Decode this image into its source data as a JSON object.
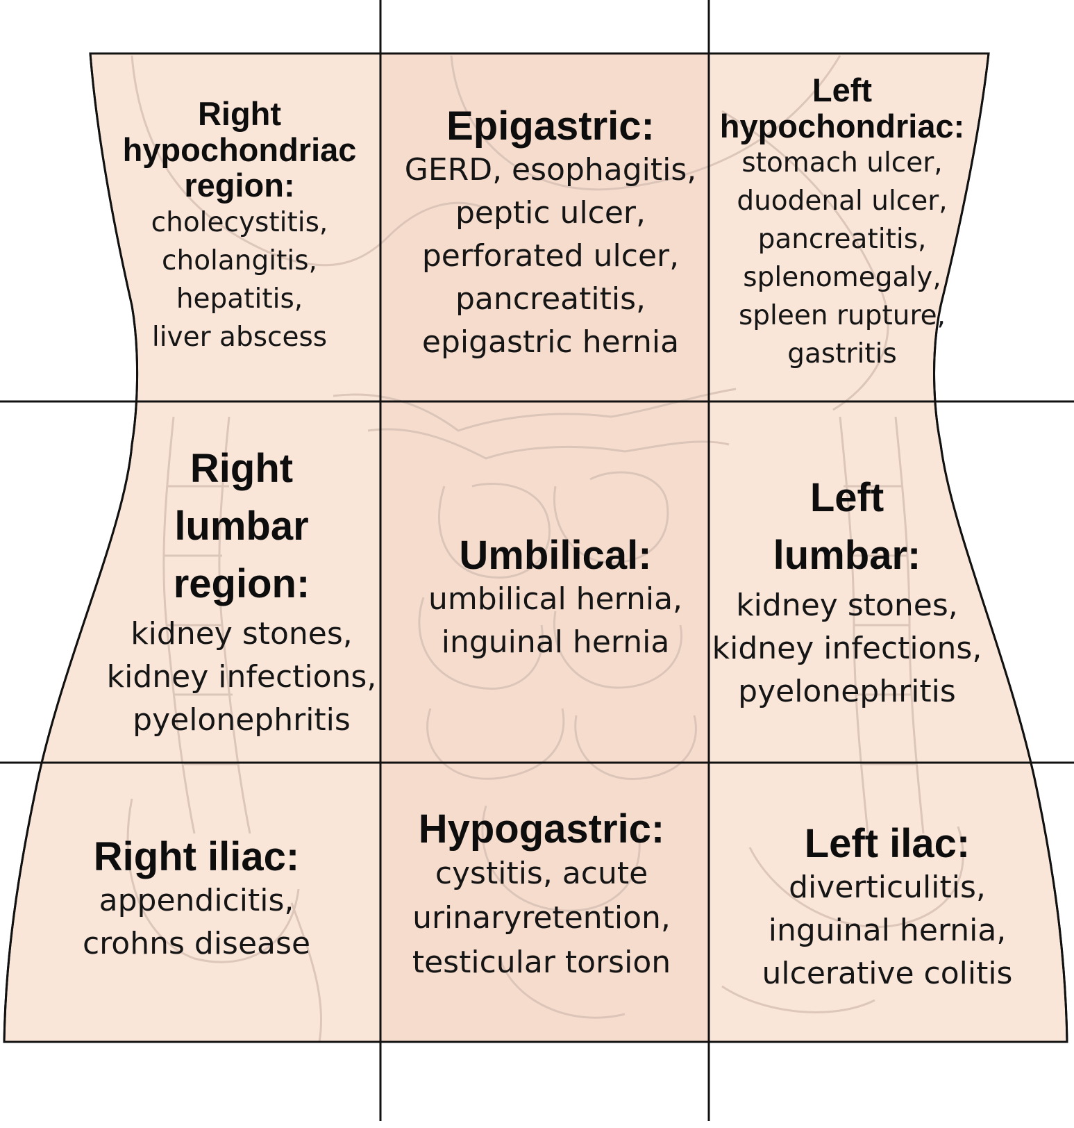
{
  "colors": {
    "body_fill": "#f9e6d9",
    "center_column_fill": "#f6dccd",
    "organ_stroke": "#d9c2b6",
    "outline": "#111111",
    "grid_line": "#111111",
    "text": "#111111"
  },
  "regions": {
    "right_hypochondriac": {
      "title": [
        "Right",
        "hypochondriac",
        "region:"
      ],
      "items": [
        "cholecystitis,",
        "cholangitis,",
        "hepatitis,",
        "liver abscess"
      ]
    },
    "epigastric": {
      "title": [
        "Epigastric:"
      ],
      "items": [
        "GERD, esophagitis,",
        "peptic ulcer,",
        "perforated ulcer,",
        "pancreatitis,",
        "epigastric hernia"
      ]
    },
    "left_hypochondriac": {
      "title": [
        "Left",
        "hypochondriac:"
      ],
      "items": [
        "stomach ulcer,",
        "duodenal ulcer,",
        "pancreatitis,",
        "splenomegaly,",
        "spleen rupture,",
        "gastritis"
      ]
    },
    "right_lumbar": {
      "title": [
        "Right",
        "lumbar",
        "region:"
      ],
      "items": [
        "kidney stones,",
        "kidney infections,",
        "pyelonephritis"
      ]
    },
    "umbilical": {
      "title": [
        "Umbilical:"
      ],
      "items": [
        "umbilical hernia,",
        "inguinal hernia"
      ]
    },
    "left_lumbar": {
      "title": [
        "Left",
        "lumbar:"
      ],
      "items": [
        "kidney stones,",
        "kidney infections,",
        "pyelonephritis"
      ]
    },
    "right_iliac": {
      "title": [
        "Right iliac:"
      ],
      "items": [
        "appendicitis,",
        "crohns disease"
      ]
    },
    "hypogastric": {
      "title": [
        "Hypogastric:"
      ],
      "items": [
        "cystitis, acute",
        "urinaryretention,",
        "testicular torsion"
      ]
    },
    "left_iliac": {
      "title": [
        "Left ilac:"
      ],
      "items": [
        "diverticulitis,",
        "inguinal hernia,",
        "ulcerative colitis"
      ]
    }
  }
}
